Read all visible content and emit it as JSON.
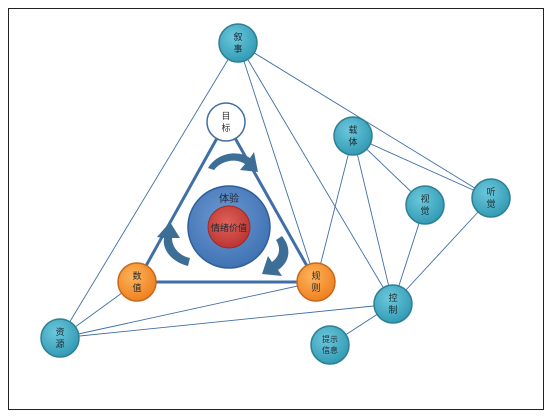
{
  "nodes": {
    "narrative": {
      "line1": "叙",
      "line2": "事"
    },
    "carrier": {
      "line1": "载",
      "line2": "体"
    },
    "visual": {
      "line1": "视",
      "line2": "觉"
    },
    "hearing": {
      "line1": "听",
      "line2": "觉"
    },
    "control": {
      "line1": "控",
      "line2": "制"
    },
    "hint": {
      "line1": "提示",
      "line2": "信息"
    },
    "resource": {
      "line1": "资",
      "line2": "源"
    },
    "value": {
      "line1": "数",
      "line2": "值"
    },
    "rule": {
      "line1": "规",
      "line2": "则"
    },
    "goal": {
      "line1": "目",
      "line2": "标"
    }
  },
  "center": {
    "experience": "体验",
    "emotional_value": "情绪价值"
  },
  "colors": {
    "teal_node": "#39a6bf",
    "teal_border": "#2d7f92",
    "orange_node": "#f28c2e",
    "blue_ring": "#4a7fc1",
    "red_core": "#c9413d",
    "line_blue": "#3f6fa6",
    "arrow_blue": "#3d6e95"
  }
}
